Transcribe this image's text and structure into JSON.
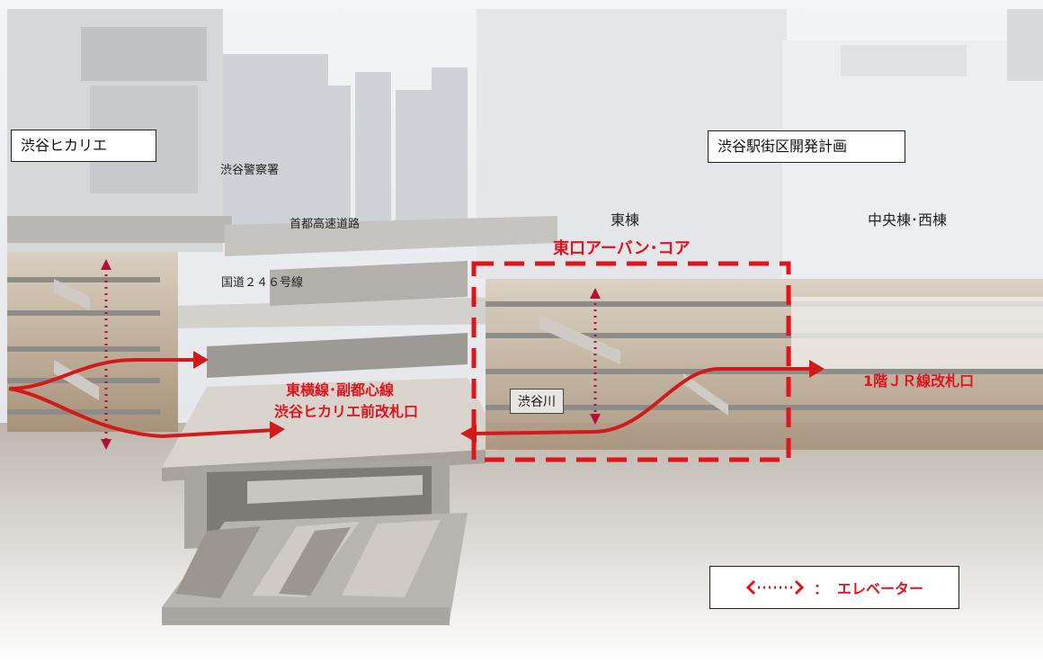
{
  "labels": {
    "hikarie": "渋谷ヒカリエ",
    "police": "渋谷警察署",
    "expressway": "首都高速道路",
    "route246": "国道２４６号線",
    "redevelopment": "渋谷駅街区開発計画",
    "east_building": "東棟",
    "central_west": "中央棟･西棟",
    "urban_core": "東口アーバン･コア",
    "toyoko_line_1": "東横線･副都心線",
    "toyoko_line_2": "渋谷ヒカリエ前改札口",
    "jr_gate": "1階ＪＲ線改札口",
    "river": "渋谷川"
  },
  "legend": {
    "separator": "：",
    "text": "エレベーター"
  },
  "colors": {
    "accent_red": "#e0141b",
    "elevator_dots": "#b0103a",
    "box_border": "#222222"
  }
}
